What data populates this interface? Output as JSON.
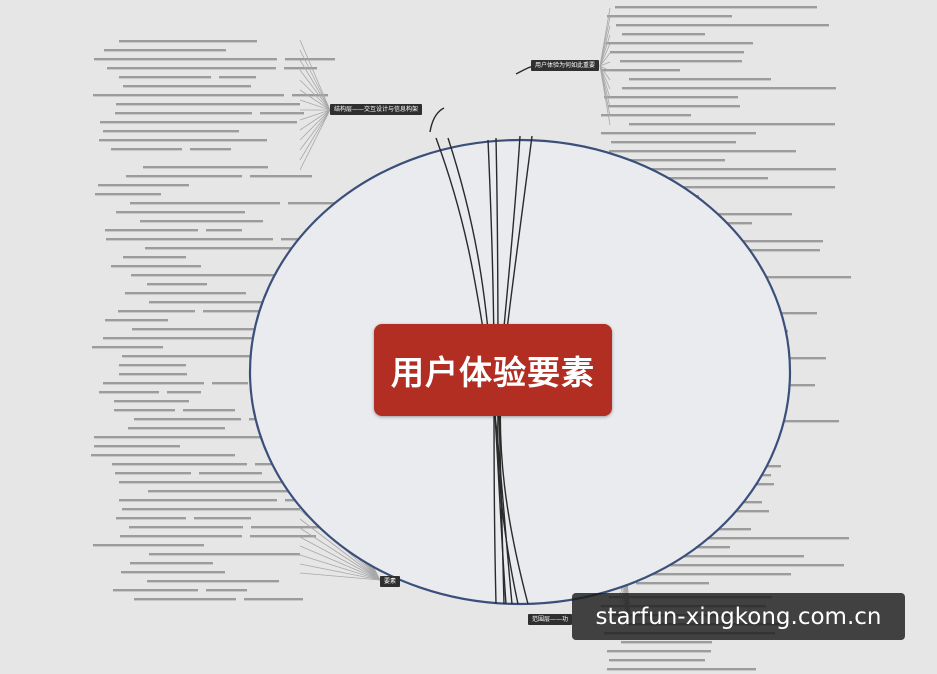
{
  "diagram": {
    "center_title": "用户体验要素",
    "branches": {
      "top_right": "用户体验为何如此重要",
      "top_left": "结构层——交互设计与信息构架",
      "bottom_left": "要素",
      "bottom_right": "范围层——功"
    }
  },
  "watermark": "starfun-xingkong.com.cn",
  "colors": {
    "center_fill": "#b22d22",
    "ellipse_stroke": "#3a4f7a",
    "curve_stroke": "#2a2a2a",
    "background": "#e6e6e6",
    "label_bg": "#2f2f2f"
  }
}
